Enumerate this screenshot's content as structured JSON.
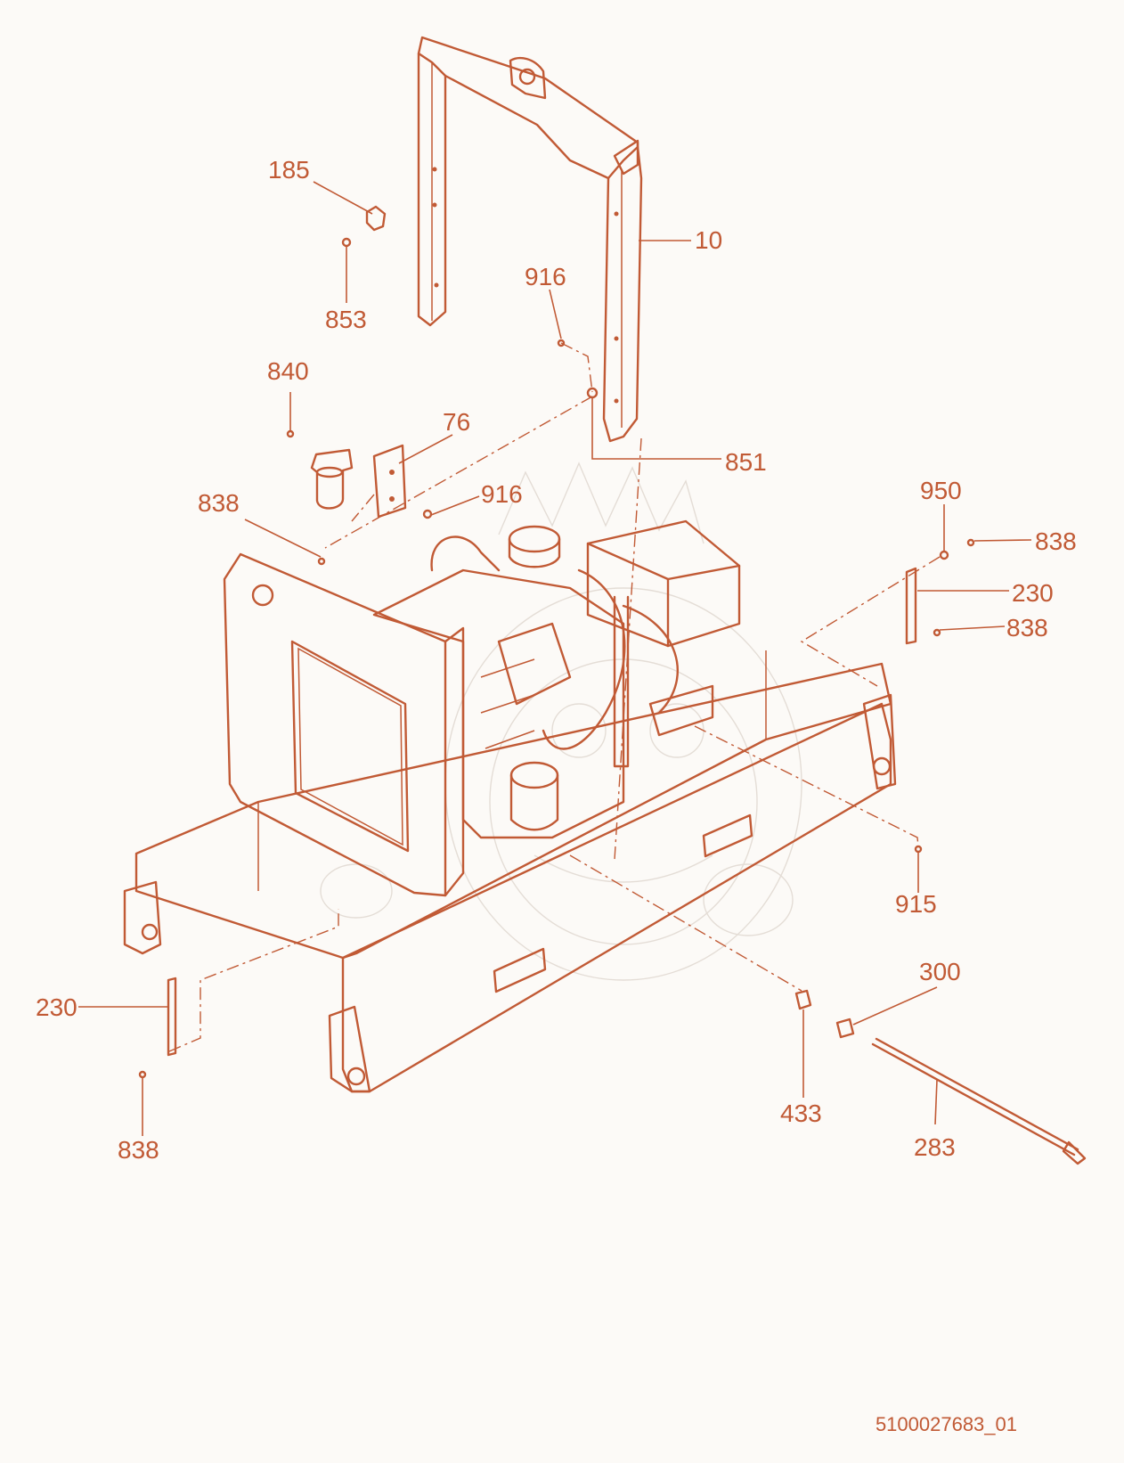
{
  "document_number": "5100027683_01",
  "colors": {
    "line": "#c15a35",
    "background": "#fcfaf7"
  },
  "callouts": [
    {
      "id": "c10",
      "text": "10"
    },
    {
      "id": "c185",
      "text": "185"
    },
    {
      "id": "c853",
      "text": "853"
    },
    {
      "id": "c916a",
      "text": "916"
    },
    {
      "id": "c840",
      "text": "840"
    },
    {
      "id": "c76",
      "text": "76"
    },
    {
      "id": "c851",
      "text": "851"
    },
    {
      "id": "c838a",
      "text": "838"
    },
    {
      "id": "c916b",
      "text": "916"
    },
    {
      "id": "c950",
      "text": "950"
    },
    {
      "id": "c838b",
      "text": "838"
    },
    {
      "id": "c230a",
      "text": "230"
    },
    {
      "id": "c838c",
      "text": "838"
    },
    {
      "id": "c915",
      "text": "915"
    },
    {
      "id": "c230b",
      "text": "230"
    },
    {
      "id": "c838d",
      "text": "838"
    },
    {
      "id": "c300",
      "text": "300"
    },
    {
      "id": "c433",
      "text": "433"
    },
    {
      "id": "c283",
      "text": "283"
    }
  ]
}
